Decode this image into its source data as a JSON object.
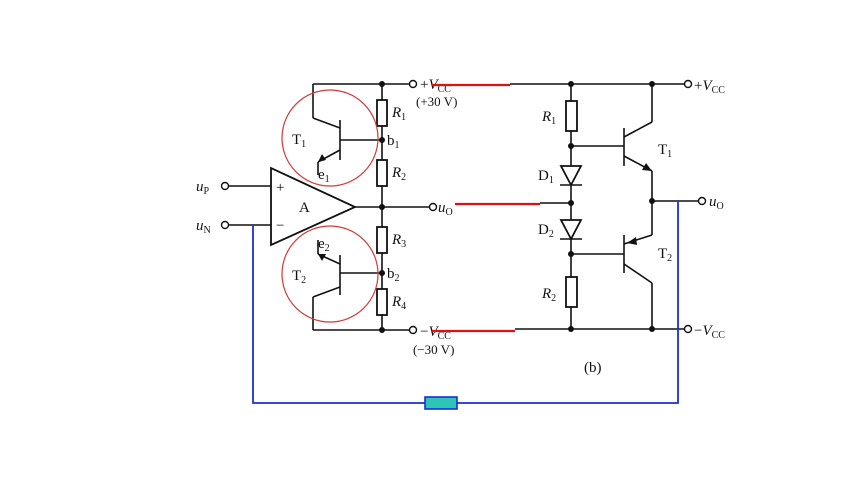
{
  "left_circuit": {
    "supply_top": {
      "symbol": "V",
      "sub": "CC",
      "sign": "+",
      "value": "(+30 V)"
    },
    "supply_bottom": {
      "symbol": "V",
      "sub": "CC",
      "sign": "−",
      "value": "(−30 V)"
    },
    "opamp_label": "A",
    "plus_sign": "+",
    "minus_sign": "−",
    "input_p": {
      "main": "u",
      "sub": "P"
    },
    "input_n": {
      "main": "u",
      "sub": "N"
    },
    "output": {
      "main": "u",
      "sub": "O"
    },
    "t1": {
      "main": "T",
      "sub": "1"
    },
    "t2": {
      "main": "T",
      "sub": "2"
    },
    "e1": {
      "main": "e",
      "sub": "1"
    },
    "e2": {
      "main": "e",
      "sub": "2"
    },
    "b1": {
      "main": "b",
      "sub": "1"
    },
    "b2": {
      "main": "b",
      "sub": "2"
    },
    "r1": {
      "main": "R",
      "sub": "1"
    },
    "r2": {
      "main": "R",
      "sub": "2"
    },
    "r3": {
      "main": "R",
      "sub": "3"
    },
    "r4": {
      "main": "R",
      "sub": "4"
    }
  },
  "right_circuit": {
    "caption": "(b)",
    "vcc_pos": {
      "sign": "+",
      "symbol": "V",
      "sub": "CC"
    },
    "vcc_neg": {
      "sign": "−",
      "symbol": "V",
      "sub": "CC"
    },
    "output": {
      "main": "u",
      "sub": "O"
    },
    "r1": {
      "main": "R",
      "sub": "1"
    },
    "r2": {
      "main": "R",
      "sub": "2"
    },
    "d1": {
      "main": "D",
      "sub": "1"
    },
    "d2": {
      "main": "D",
      "sub": "2"
    },
    "t1": {
      "main": "T",
      "sub": "1"
    },
    "t2": {
      "main": "T",
      "sub": "2"
    }
  },
  "colors": {
    "wire": "#111111",
    "highlight_wire": "#dd1111",
    "feedback_wire": "#1a2fd6",
    "feedback_resistor": "#2ec4b6",
    "annotation_circle": "#d03a3a"
  }
}
